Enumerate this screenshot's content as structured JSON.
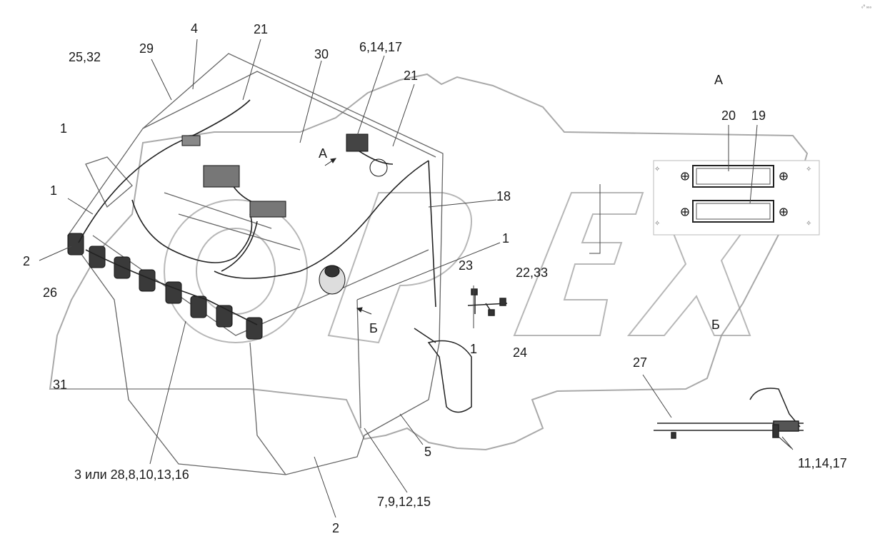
{
  "corner_mark": "₀⁰ ₀₀₀",
  "labels": {
    "l_25_32": "25,32",
    "l_29": "29",
    "l_4": "4",
    "l_21_top": "21",
    "l_30": "30",
    "l_6_14_17": "6,14,17",
    "l_21_mid": "21",
    "l_A_view": "А",
    "l_20": "20",
    "l_19": "19",
    "l_1_a": "1",
    "l_1_b": "1",
    "l_A_arrow": "А",
    "l_18": "18",
    "l_1_c": "1",
    "l_2_left": "2",
    "l_23": "23",
    "l_22_33": "22,33",
    "l_26": "26",
    "l_B_arrow": "Б",
    "l_B_view": "Б",
    "l_1_d": "1",
    "l_24": "24",
    "l_27": "27",
    "l_31": "31",
    "l_5": "5",
    "l_11_14_17": "11,14,17",
    "l_3_28": "3 или 28,8,10,13,16",
    "l_7_9_12_15": "7,9,12,15",
    "l_2_bottom": "2"
  }
}
